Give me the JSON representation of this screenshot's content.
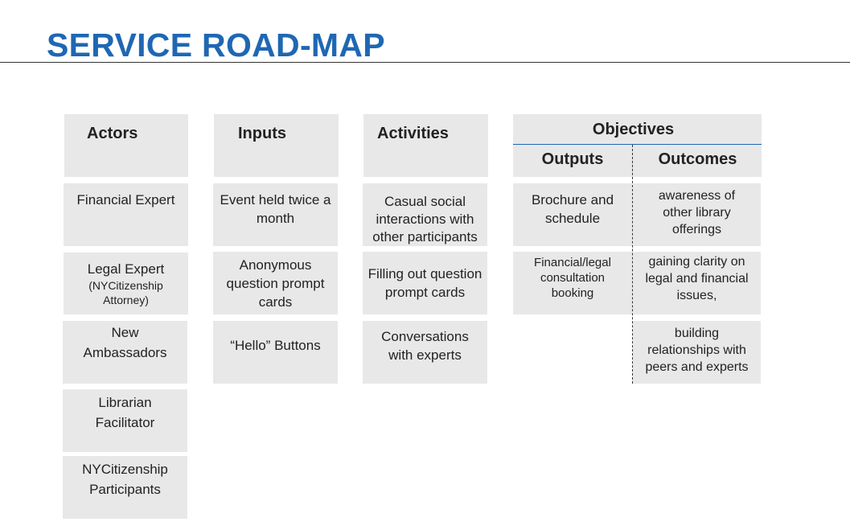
{
  "title": "SERVICE ROAD-MAP",
  "columns": {
    "actors": {
      "header": "Actors",
      "items": [
        {
          "text": "Financial Expert"
        },
        {
          "text": "Legal Expert",
          "sub": "(NYCitizenship Attorney)"
        },
        {
          "text": "New Ambassadors"
        },
        {
          "text": "Librarian Facilitator"
        },
        {
          "text": "NYCitizenship Participants"
        }
      ]
    },
    "inputs": {
      "header": "Inputs",
      "items": [
        {
          "text": "Event held twice a month"
        },
        {
          "text": "Anonymous question prompt cards"
        },
        {
          "text": "“Hello” Buttons"
        }
      ]
    },
    "activities": {
      "header": "Activities",
      "items": [
        {
          "text": "Casual social interactions with other participants"
        },
        {
          "text": "Filling out question prompt cards"
        },
        {
          "text": "Conversations with experts"
        }
      ]
    },
    "objectives": {
      "header": "Objectives",
      "outputs": {
        "header": "Outputs",
        "items": [
          {
            "text": "Brochure and schedule"
          },
          {
            "text": "Financial/legal consultation booking"
          }
        ]
      },
      "outcomes": {
        "header": "Outcomes",
        "items": [
          {
            "text": "awareness of other library offerings"
          },
          {
            "text": "gaining clarity on legal and financial issues,"
          },
          {
            "text": "building relationships with peers and experts"
          }
        ]
      }
    }
  }
}
